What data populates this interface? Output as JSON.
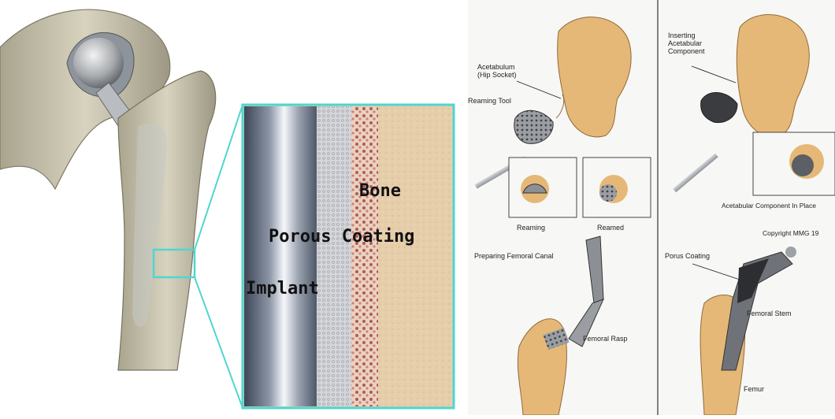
{
  "left": {
    "labels": {
      "bone": "Bone",
      "porous": "Porous Coating",
      "implant": "Implant"
    }
  },
  "right": {
    "labels": {
      "acetabulum": "Acetabulum\n(Hip Socket)",
      "reaming_tool": "Reaming Tool",
      "reaming": "Reaming",
      "reamed": "Reamed",
      "inserting": "Inserting\nAcetabular\nComponent",
      "acetabular_in_place": "Acetabular Component In Place",
      "copyright": "Copyright MMG 19",
      "preparing": "Preparing Femoral Canal",
      "femoral_rasp": "Femoral Rasp",
      "porus_coating": "Porus Coating",
      "femoral_stem": "Femoral Stem",
      "femur": "Femur"
    }
  },
  "colors": {
    "highlight": "#4fd6cf",
    "bone": "#e6b877",
    "metal": "#9aa0a6",
    "sand": "#e9d2ad"
  }
}
